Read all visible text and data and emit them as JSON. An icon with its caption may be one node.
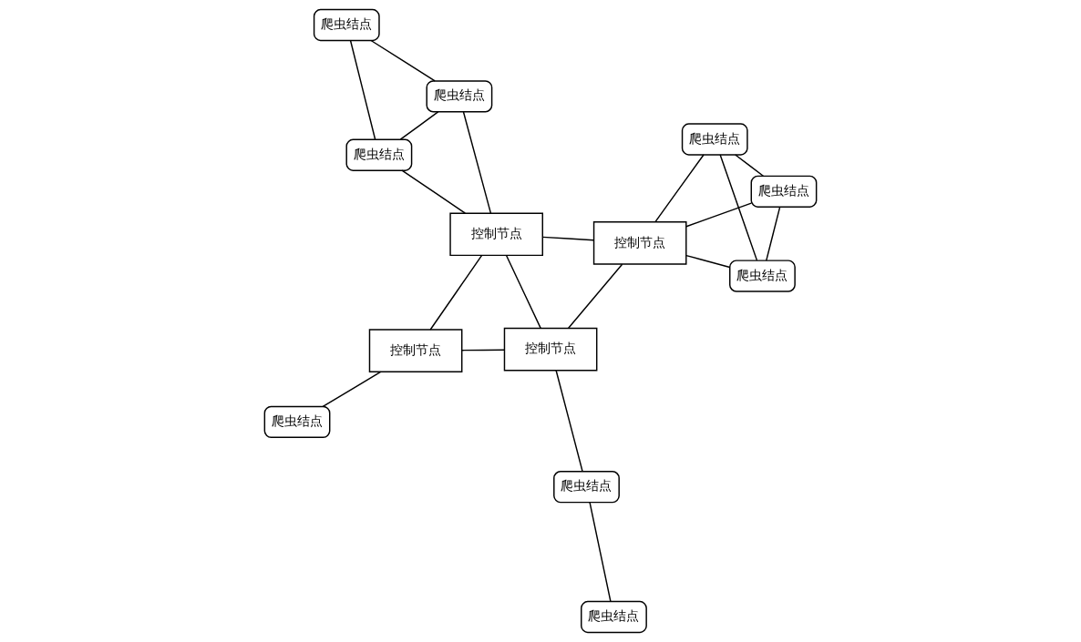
{
  "diagram": {
    "nodes": [
      {
        "text": [
          "爬虫结点"
        ]
      },
      {
        "text": [
          "爬虫结点"
        ]
      },
      {
        "text": [
          "爬虫结点"
        ]
      },
      {
        "text": [
          "爬虫结点"
        ]
      },
      {
        "text": [
          "爬虫结点"
        ]
      },
      {
        "text": [
          "控制节点"
        ]
      },
      {
        "text": [
          "控制节点"
        ]
      },
      {
        "text": [
          "控制节点"
        ]
      },
      {
        "text": [
          "控制节点"
        ]
      },
      {
        "text": [
          "爬虫结点"
        ]
      },
      {
        "text": [
          "爬虫结点"
        ]
      },
      {
        "text": [
          "爬虫结点"
        ]
      },
      {
        "text": [
          "爬虫结点"
        ]
      }
    ],
    "edges": [
      {
        "from": 0,
        "to": 5,
        "arrow": "none"
      },
      {
        "from": 0,
        "to": 4,
        "arrow": "none"
      },
      {
        "from": 0,
        "to": 3,
        "arrow": "none"
      },
      {
        "from": 3,
        "to": 4,
        "arrow": "none"
      },
      {
        "from": 4,
        "to": 5,
        "arrow": "none"
      },
      {
        "from": 5,
        "to": 6,
        "arrow": "none"
      },
      {
        "from": 1,
        "to": 6,
        "arrow": "none"
      },
      {
        "from": 1,
        "to": 2,
        "arrow": "none"
      },
      {
        "from": 5,
        "to": 7,
        "arrow": "none"
      },
      {
        "from": 5,
        "to": 8,
        "arrow": "none"
      },
      {
        "from": 6,
        "to": 7,
        "arrow": "none"
      },
      {
        "from": 6,
        "to": 8,
        "arrow": "none"
      },
      {
        "from": 9,
        "to": 7,
        "arrow": "none"
      },
      {
        "from": 8,
        "to": 10,
        "arrow": "none"
      },
      {
        "from": 7,
        "to": 11,
        "arrow": "none"
      },
      {
        "from": 7,
        "to": 12,
        "arrow": "none"
      },
      {
        "from": 9,
        "to": 11,
        "arrow": "none"
      },
      {
        "from": 9,
        "to": 12,
        "arrow": "none"
      },
      {
        "from": 11,
        "to": 12,
        "arrow": "none"
      }
    ]
  }
}
